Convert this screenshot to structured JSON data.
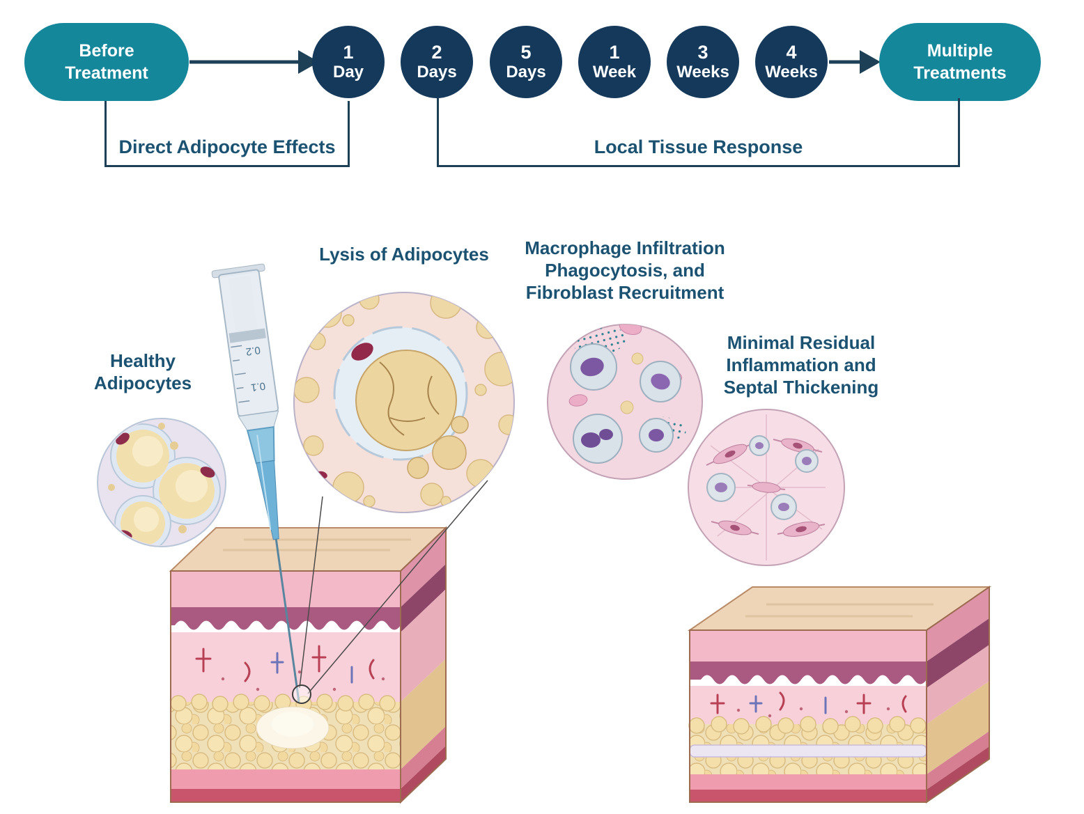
{
  "timeline": {
    "start_label": "Before Treatment",
    "steps": [
      {
        "value": "1",
        "unit": "Day"
      },
      {
        "value": "2",
        "unit": "Days"
      },
      {
        "value": "5",
        "unit": "Days"
      },
      {
        "value": "1",
        "unit": "Week"
      },
      {
        "value": "3",
        "unit": "Weeks"
      },
      {
        "value": "4",
        "unit": "Weeks"
      }
    ],
    "end_label": "Multiple Treatments"
  },
  "phases": {
    "direct": "Direct Adipocyte Effects",
    "local": "Local Tissue Response"
  },
  "figure_labels": {
    "healthy_adipocytes": "Healthy Adipocytes",
    "lysis": "Lysis of Adipocytes",
    "macrophage": "Macrophage Infiltration Phagocytosis, and Fibroblast Recruitment",
    "minimal_residual": "Minimal Residual Inflammation and Septal Thickening"
  },
  "syringe_markings": [
    "0.2",
    "0.1"
  ],
  "colors": {
    "teal_pill": "#15879b",
    "navy_circle": "#14395b",
    "bracket_line": "#1d4057",
    "label_text": "#1b5272"
  }
}
